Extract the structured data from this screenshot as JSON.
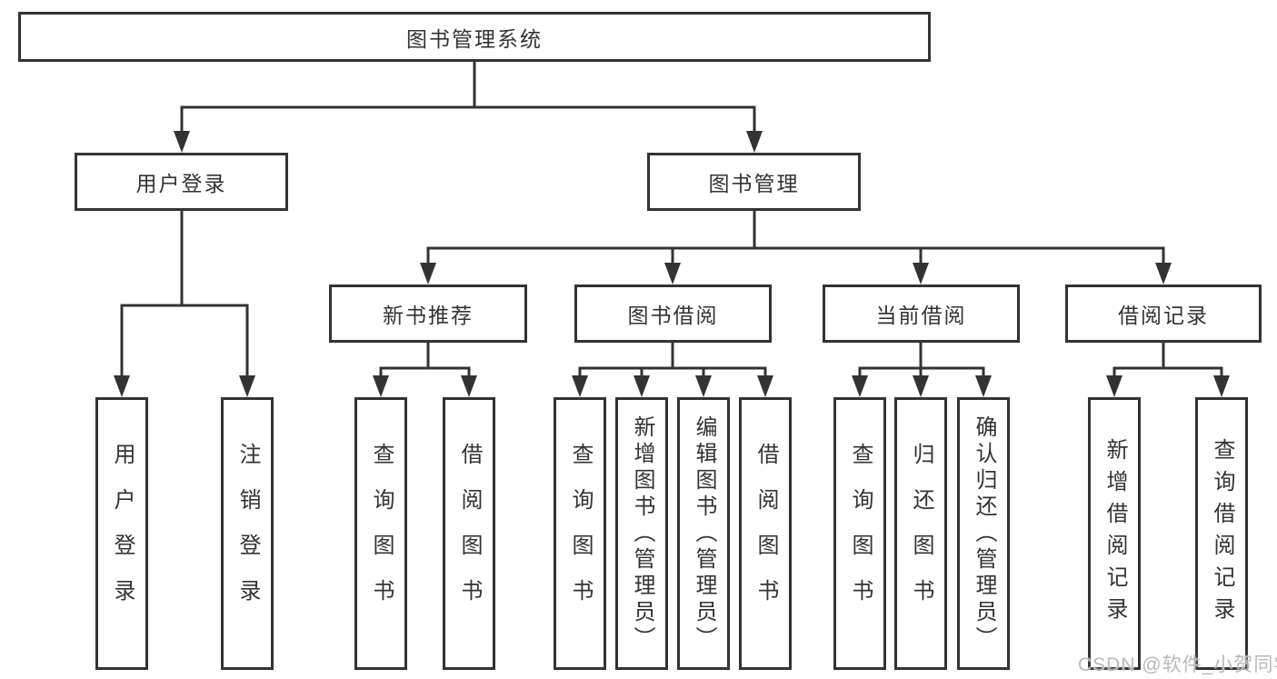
{
  "colors": {
    "line": "#333333",
    "box_border": "#333333",
    "text": "#333333",
    "background": "#ffffff",
    "watermark": "#b9b9b9"
  },
  "diagram": {
    "root": {
      "label": "图书管理系统"
    },
    "branches": [
      {
        "label": "用户登录",
        "children": [
          {
            "label": "用户登录"
          },
          {
            "label": "注销登录"
          }
        ]
      },
      {
        "label": "图书管理",
        "children": [
          {
            "label": "新书推荐",
            "children": [
              {
                "label": "查询图书"
              },
              {
                "label": "借阅图书"
              }
            ]
          },
          {
            "label": "图书借阅",
            "children": [
              {
                "label": "查询图书"
              },
              {
                "label": "新增图书（管理员）"
              },
              {
                "label": "编辑图书（管理员）"
              },
              {
                "label": "借阅图书"
              }
            ]
          },
          {
            "label": "当前借阅",
            "children": [
              {
                "label": "查询图书"
              },
              {
                "label": "归还图书"
              },
              {
                "label": "确认归还（管理员）"
              }
            ]
          },
          {
            "label": "借阅记录",
            "children": [
              {
                "label": "新增借阅记录"
              },
              {
                "label": "查询借阅记录"
              }
            ]
          }
        ]
      }
    ]
  },
  "watermark": {
    "text": "CSDN @软件_小贺同学"
  }
}
